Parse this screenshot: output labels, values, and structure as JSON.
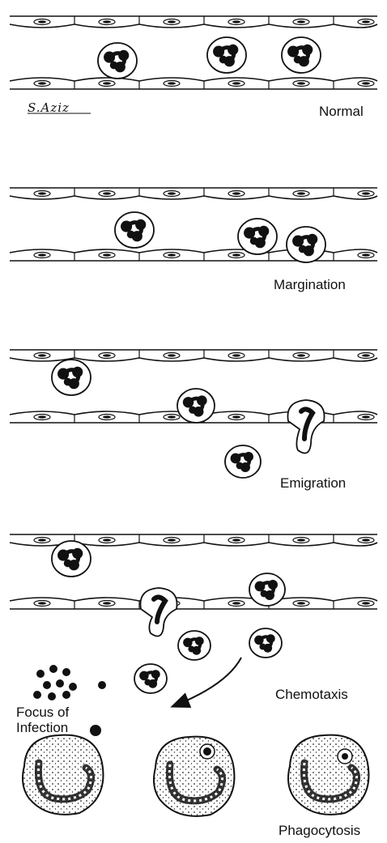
{
  "signature": "S.Aziz",
  "stages": [
    {
      "label": "Normal"
    },
    {
      "label": "Margination"
    },
    {
      "label": "Emigration"
    },
    {
      "label": "Chemotaxis"
    },
    {
      "label": "Phagocytosis"
    }
  ],
  "focus_of_infection": {
    "line1": "Focus of",
    "line2": "Infection"
  },
  "colors": {
    "ink": "#111111",
    "background": "#ffffff"
  }
}
